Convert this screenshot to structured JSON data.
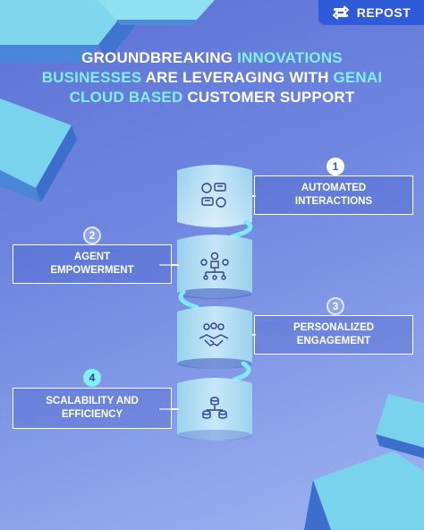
{
  "repost": {
    "label": "REPOST",
    "icon": "repost-icon"
  },
  "title": {
    "line1_a": "GROUNDBREAKING ",
    "line1_b": "INNOVATIONS",
    "line2_a": "BUSINESSES",
    "line2_b": " ARE LEVERAGING WITH ",
    "line2_c": "GENAI",
    "line3_a": "CLOUD BASED",
    "line3_b": " CUSTOMER SUPPORT"
  },
  "steps": [
    {
      "number": "1",
      "label": "AUTOMATED INTERACTIONS",
      "icon": "people-chat-icon"
    },
    {
      "number": "2",
      "label": "AGENT EMPOWERMENT",
      "icon": "team-network-icon"
    },
    {
      "number": "3",
      "label": "PERSONALIZED ENGAGEMENT",
      "icon": "handshake-icon"
    },
    {
      "number": "4",
      "label": "SCALABILITY AND EFFICIENCY",
      "icon": "database-sync-icon"
    }
  ],
  "colors": {
    "background": "#6f86e0",
    "highlight": "#7ff0f4",
    "cylinder": "#b9ecf6",
    "repost_bg": "#2f5bd8"
  }
}
